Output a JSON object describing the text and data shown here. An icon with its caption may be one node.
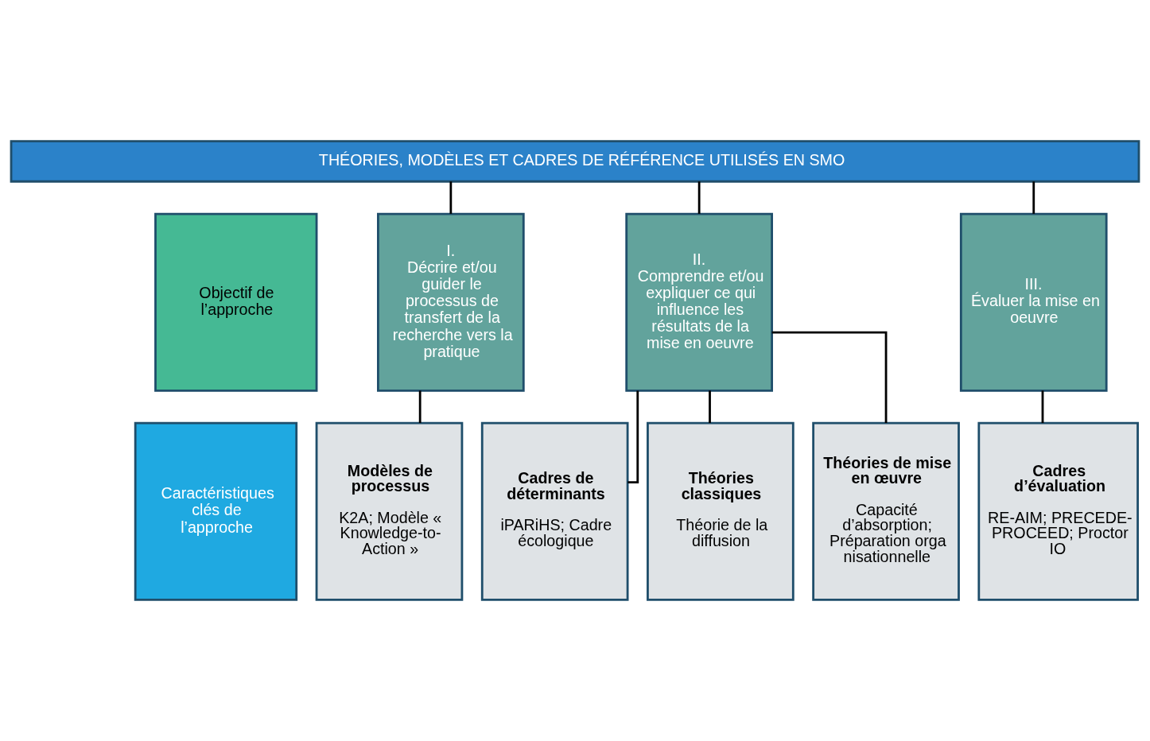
{
  "diagram": {
    "nodes": [
      {
        "text": [
          "THÉORIES, MODÈLES ET CADRES DE RÉFÉRENCE UTILISÉS EN SMO"
        ]
      },
      {
        "text": [
          "Objectif de l’approche"
        ]
      },
      {
        "text": [
          "I.",
          "Décrire et/ou guider le processus de transfert de la recherche vers la pratique"
        ]
      },
      {
        "text": [
          "II.",
          "Comprendre et/ou expliquer ce qui influence les résultats de la mise en oeuvre"
        ]
      },
      {
        "text": [
          "III.",
          "Évaluer la mise en oeuvre"
        ]
      },
      {
        "text": [
          "Caractéristiques clés de l’approche"
        ]
      },
      {
        "text": [
          "Modèles de processus",
          "K2A; Modèle « Knowledge-to-Action »"
        ]
      },
      {
        "text": [
          "Cadres de déterminants",
          "iPARiHS; Cadre écologique"
        ]
      },
      {
        "text": [
          "Théories classiques",
          "Théorie de la diffusion"
        ]
      },
      {
        "text": [
          "Théories de mise en œuvre",
          "Capacité d’absorption; Préparation organisationnelle"
        ]
      },
      {
        "text": [
          "Cadres d’évaluation",
          "RE-AIM; PRECEDE-PROCEED; Proctor IO"
        ]
      }
    ],
    "edges": [
      {
        "from": 0,
        "to": 2,
        "arrow": "none"
      },
      {
        "from": 0,
        "to": 3,
        "arrow": "none"
      },
      {
        "from": 0,
        "to": 4,
        "arrow": "none"
      },
      {
        "from": 2,
        "to": 6,
        "arrow": "none"
      },
      {
        "from": 3,
        "to": 7,
        "arrow": "none"
      },
      {
        "from": 3,
        "to": 8,
        "arrow": "none"
      },
      {
        "from": 3,
        "to": 9,
        "arrow": "none"
      },
      {
        "from": 4,
        "to": 10,
        "arrow": "none"
      }
    ]
  }
}
